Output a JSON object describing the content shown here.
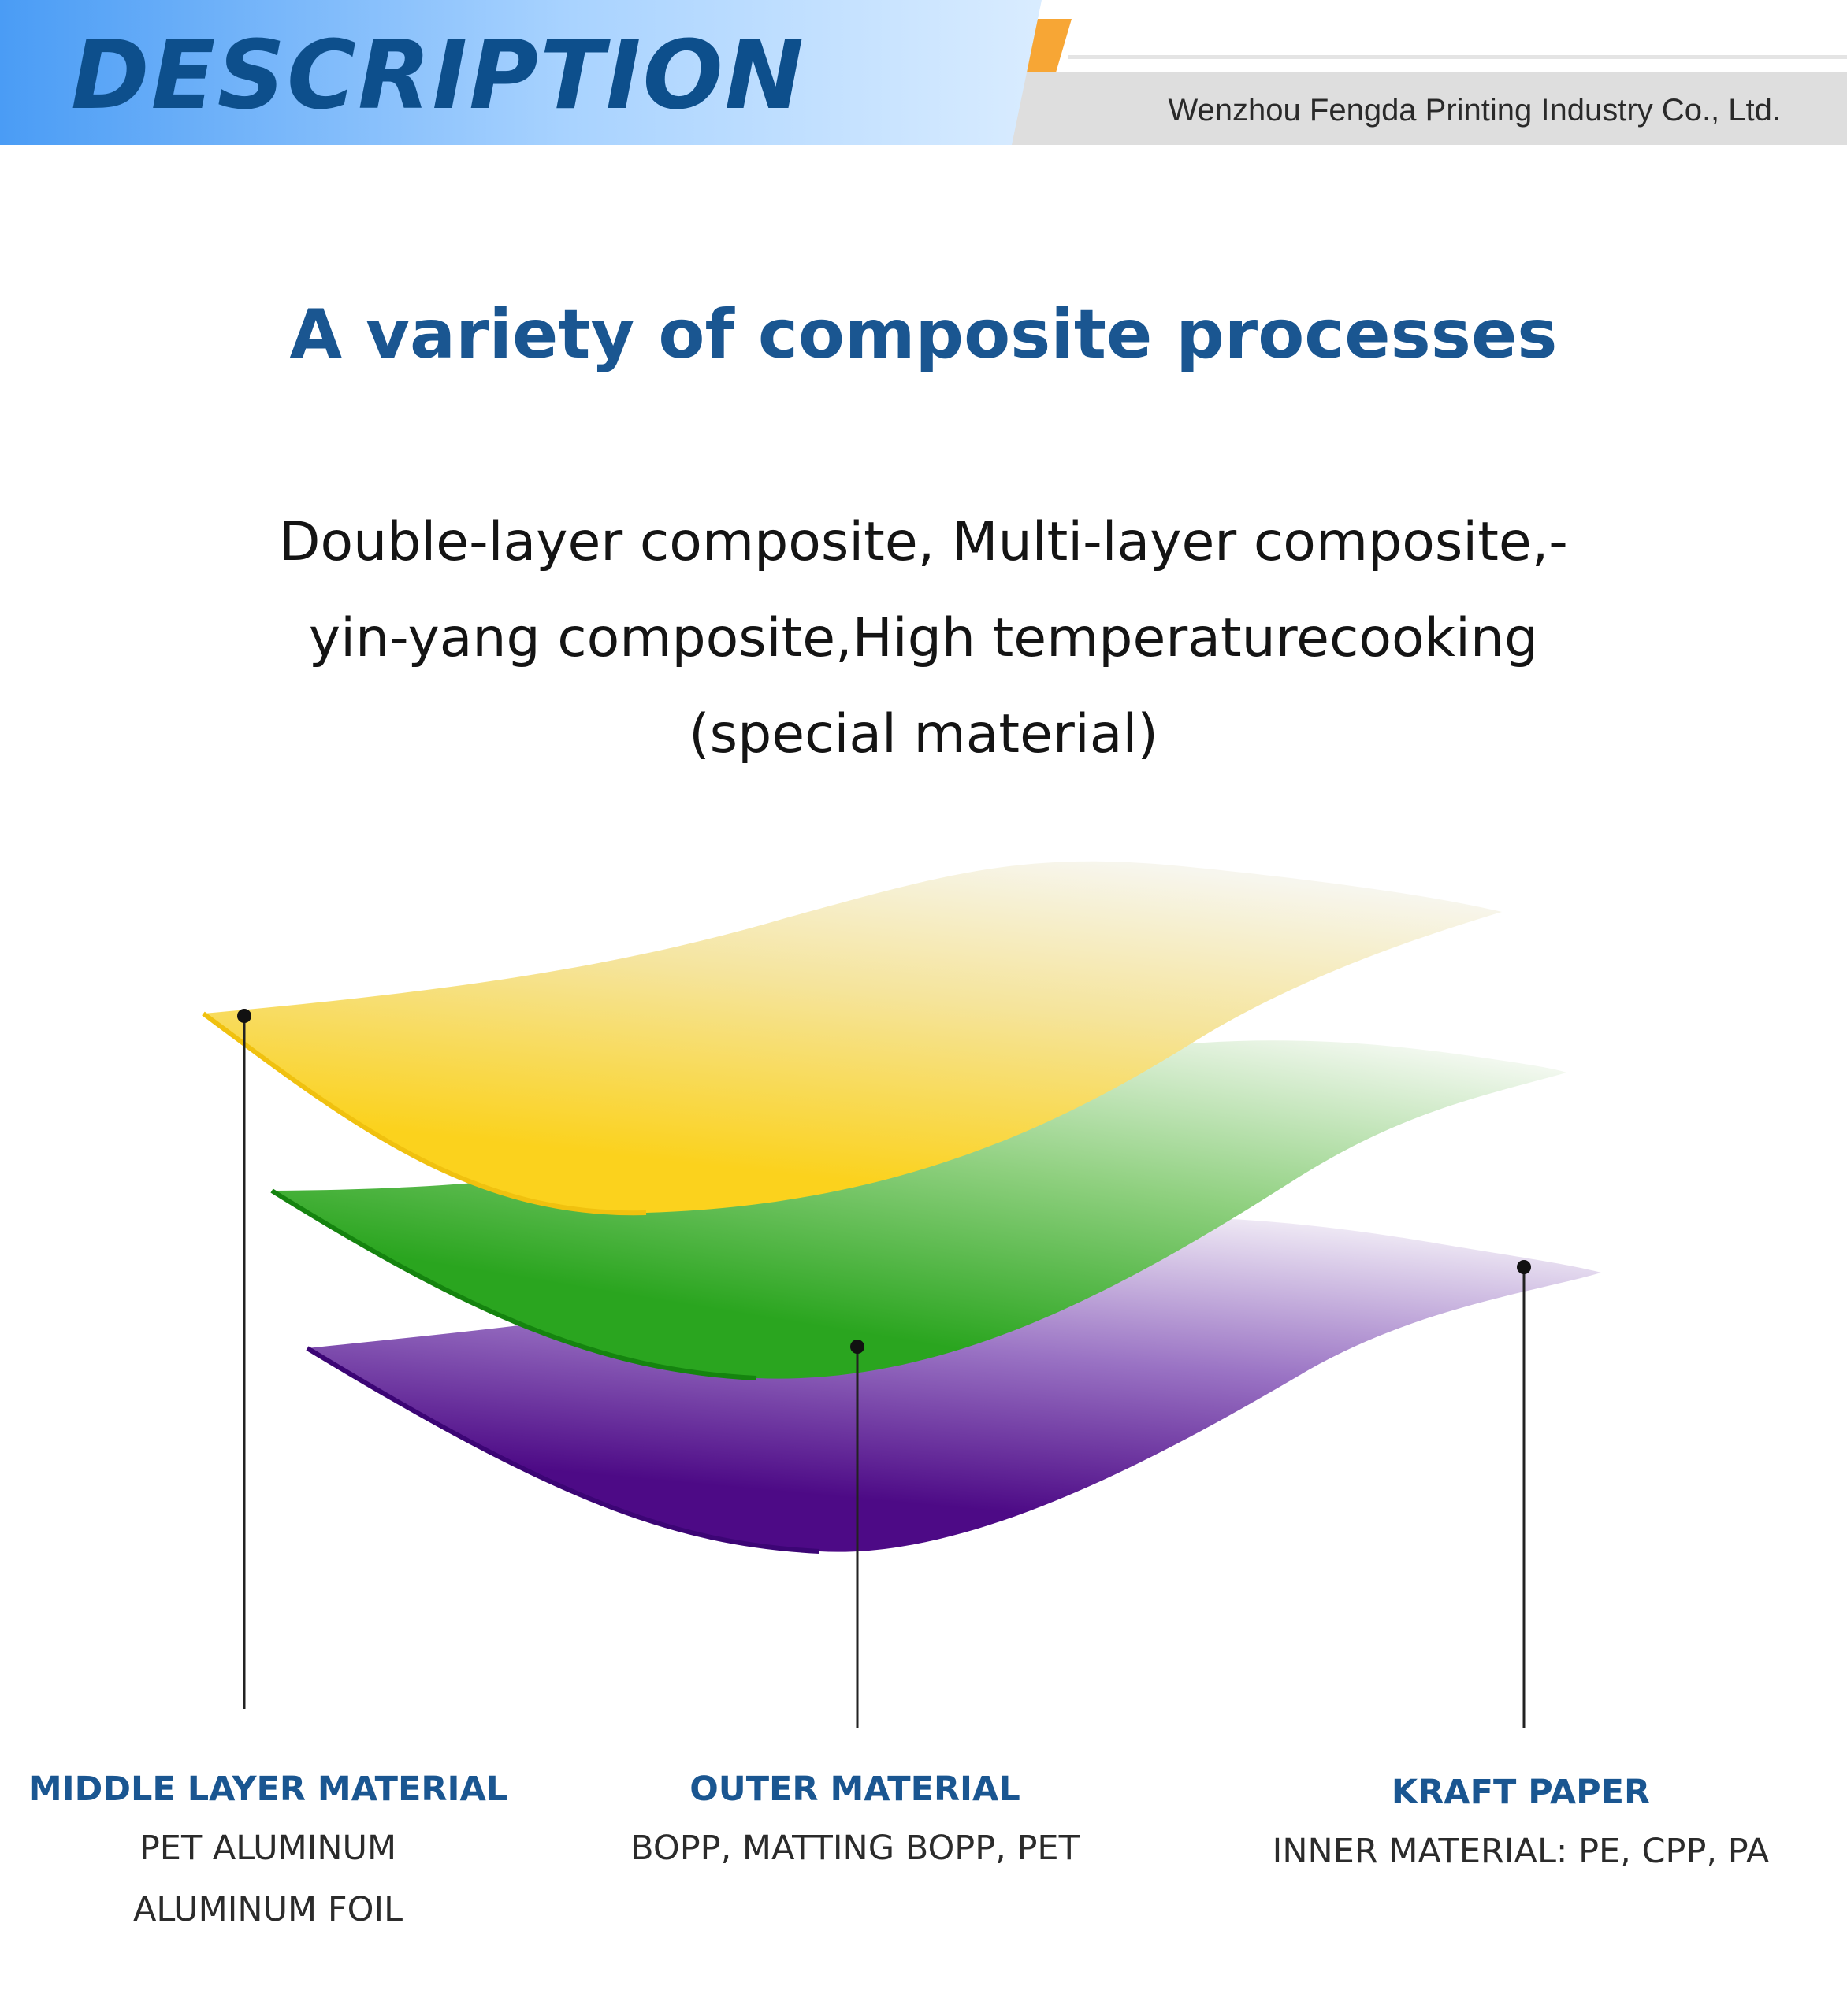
{
  "header": {
    "title": "DESCRIPTION",
    "company": "Wenzhou Fengda Printing Industry Co., Ltd.",
    "colors": {
      "title_blue": "#0d4f8c",
      "band_gradient_start": "#4a9cf5",
      "band_gradient_end": "#d9ecff",
      "accent_orange": "#f7a635",
      "grey_band": "#dedede"
    }
  },
  "section_heading": "A variety of composite processes",
  "process_lines": [
    "Double-layer composite, Multi-layer composite,-",
    "yin-yang composite,High temperaturecooking",
    "(special material)"
  ],
  "layers": {
    "top_color": "#f7d22c",
    "middle_color": "#2aa51f",
    "bottom_color": "#5a1a8e"
  },
  "labels": [
    {
      "title": "MIDDLE LAYER MATERIAL",
      "lines": [
        "PET ALUMINUM",
        "ALUMINUM FOIL"
      ]
    },
    {
      "title": "OUTER MATERIAL",
      "lines": [
        "BOPP, MATTING BOPP, PET"
      ]
    },
    {
      "title": "KRAFT PAPER",
      "lines": [
        "INNER MATERIAL: PE, CPP, PA"
      ]
    }
  ]
}
